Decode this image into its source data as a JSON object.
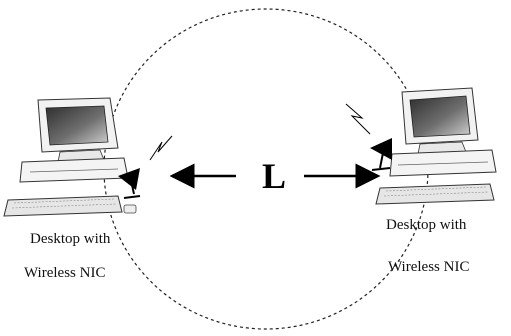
{
  "left_node": {
    "caption_line1": "Desktop with",
    "caption_line2": "Wireless NIC"
  },
  "right_node": {
    "caption_line1": "Desktop with",
    "caption_line2": "Wireless NIC"
  },
  "distance_label": "L",
  "colors": {
    "line": "#000000",
    "case": "#f2f2f2",
    "screen_dark": "#3a3a3a",
    "screen_light": "#bdbdbd",
    "keyboard": "#e6e6e6"
  },
  "icons": [
    "desktop-computer-icon",
    "antenna-icon",
    "signal-bolt-icon"
  ]
}
